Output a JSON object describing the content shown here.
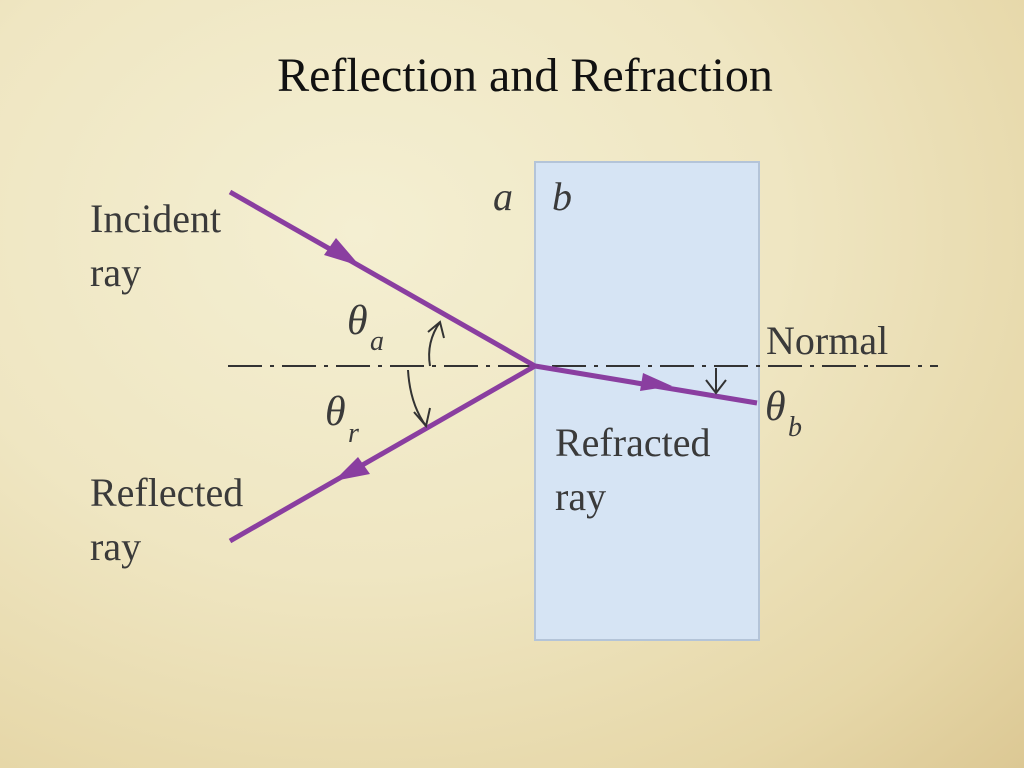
{
  "title": "Reflection and Refraction",
  "labels": {
    "incident_line1": "Incident",
    "incident_line2": "ray",
    "reflected_line1": "Reflected",
    "reflected_line2": "ray",
    "refracted_line1": "Refracted",
    "refracted_line2": "ray",
    "normal": "Normal",
    "medium_a": "a",
    "medium_b": "b",
    "theta_a_symbol": "θ",
    "theta_a_sub": "a",
    "theta_r_symbol": "θ",
    "theta_r_sub": "r",
    "theta_b_symbol": "θ",
    "theta_b_sub": "b"
  },
  "colors": {
    "ray": "#8a3ea0",
    "medium_fill": "#d6e4f4",
    "medium_stroke": "#b4c4d8",
    "normal_line": "#333333"
  }
}
